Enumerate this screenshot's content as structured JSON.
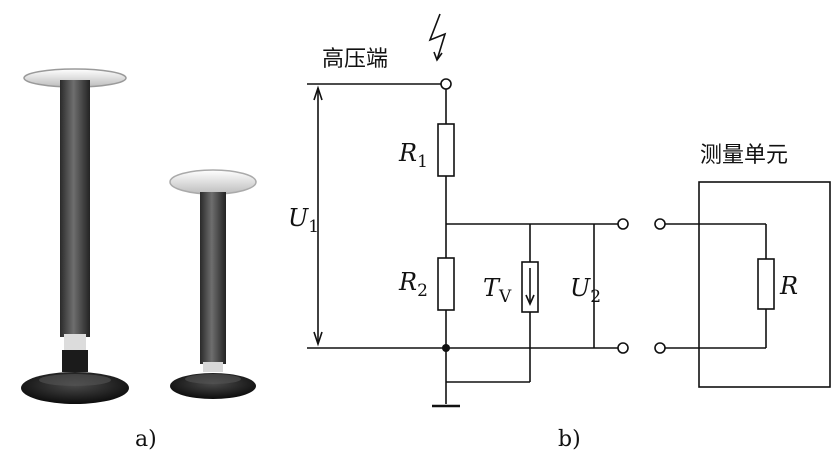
{
  "panel_a": {
    "caption": "a)",
    "photo_description": "two high-voltage resistive divider columns"
  },
  "panel_b": {
    "caption": "b)",
    "high_voltage_terminal": "高压端",
    "measurement_unit": "测量单元",
    "components": {
      "r1": {
        "symbol": "R",
        "subscript": "1"
      },
      "r2": {
        "symbol": "R",
        "subscript": "2"
      },
      "tv": {
        "symbol": "T",
        "subscript": "V"
      },
      "u1": {
        "symbol": "U",
        "subscript": "1"
      },
      "u2": {
        "symbol": "U",
        "subscript": "2"
      },
      "r": {
        "symbol": "R"
      }
    }
  }
}
